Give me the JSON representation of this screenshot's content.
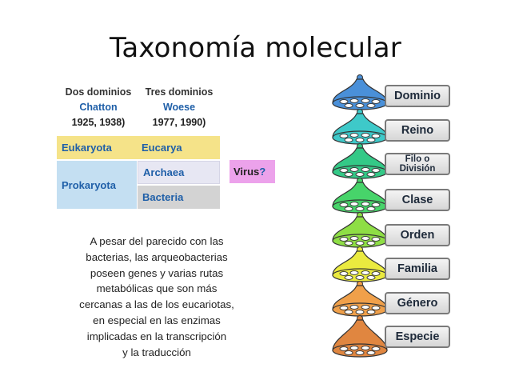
{
  "title": "Taxonomía molecular",
  "columns": [
    {
      "label": "Dos dominios",
      "author": "Chatton",
      "years": "1925, 1938)"
    },
    {
      "label": "Tres dominios",
      "author": "Woese",
      "years": "1977, 1990)"
    }
  ],
  "table": {
    "eukaryota": "Eukaryota",
    "eucarya": "Eucarya",
    "prokaryota": "Prokaryota",
    "archaea": "Archaea",
    "bacteria": "Bacteria",
    "virus": "Virus",
    "virus_q": "?"
  },
  "paragraph": [
    "A pesar del parecido con las",
    "bacterias, las arqueobacterias",
    "poseen genes y varias rutas",
    "metabólicas que son más",
    "cercanas a las de los eucariotas,",
    "en especial en las enzimas",
    "implicadas en la transcripción",
    "y la traducción"
  ],
  "ranks": [
    {
      "line1": "Dominio",
      "line2": "",
      "color": "#4a90d9"
    },
    {
      "line1": "Reino",
      "line2": "",
      "color": "#3ec9c9"
    },
    {
      "line1": "Filo o",
      "line2": "División",
      "color": "#34c987"
    },
    {
      "line1": "Clase",
      "line2": "",
      "color": "#47d46a"
    },
    {
      "line1": "Orden",
      "line2": "",
      "color": "#8ede45"
    },
    {
      "line1": "Familia",
      "line2": "",
      "color": "#eaea3f"
    },
    {
      "line1": "Género",
      "line2": "",
      "color": "#f0a04a"
    },
    {
      "line1": "Especie",
      "line2": "",
      "color": "#e08640"
    }
  ]
}
